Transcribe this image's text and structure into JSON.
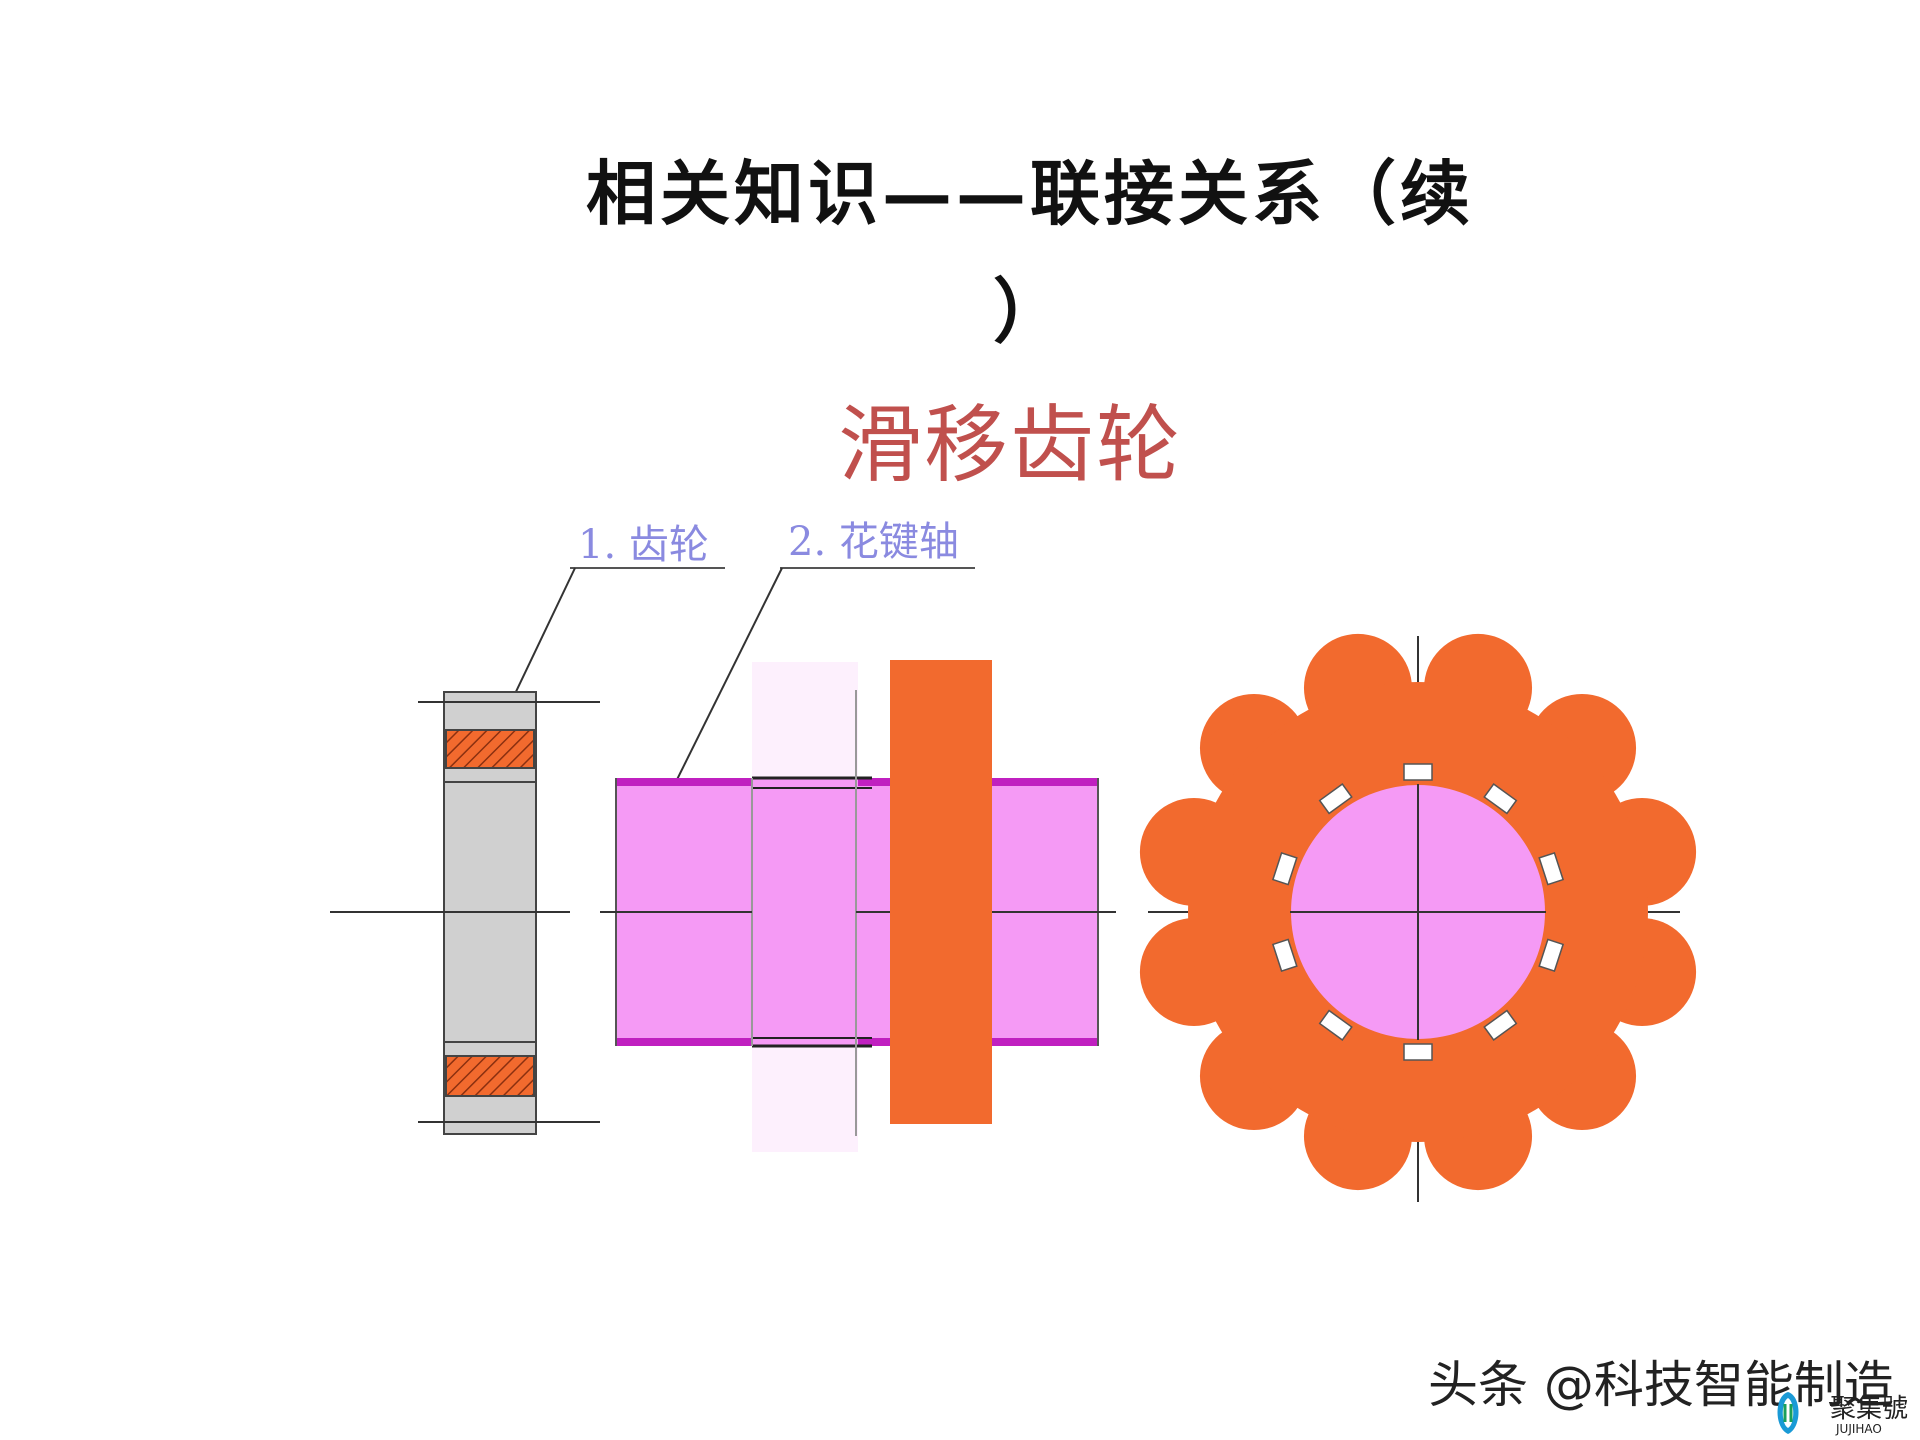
{
  "title": {
    "line1": "相关知识——联接关系（续",
    "line2": "）"
  },
  "subtitle": "滑移齿轮",
  "labels": {
    "gear": "1. 齿轮",
    "spline_shaft": "2. 花键轴"
  },
  "watermark": "头条 @科技智能制造",
  "brand": {
    "name": "聚集號",
    "latin": "JUJIHAO"
  },
  "colors": {
    "title": "#111111",
    "subtitle": "#c0504d",
    "label": "#8a8ae0",
    "gear_orange": "#f26a2e",
    "shaft_pink": "#f59af5",
    "shaft_edge": "#c020c0",
    "gear_gray": "#d0d0d0"
  }
}
